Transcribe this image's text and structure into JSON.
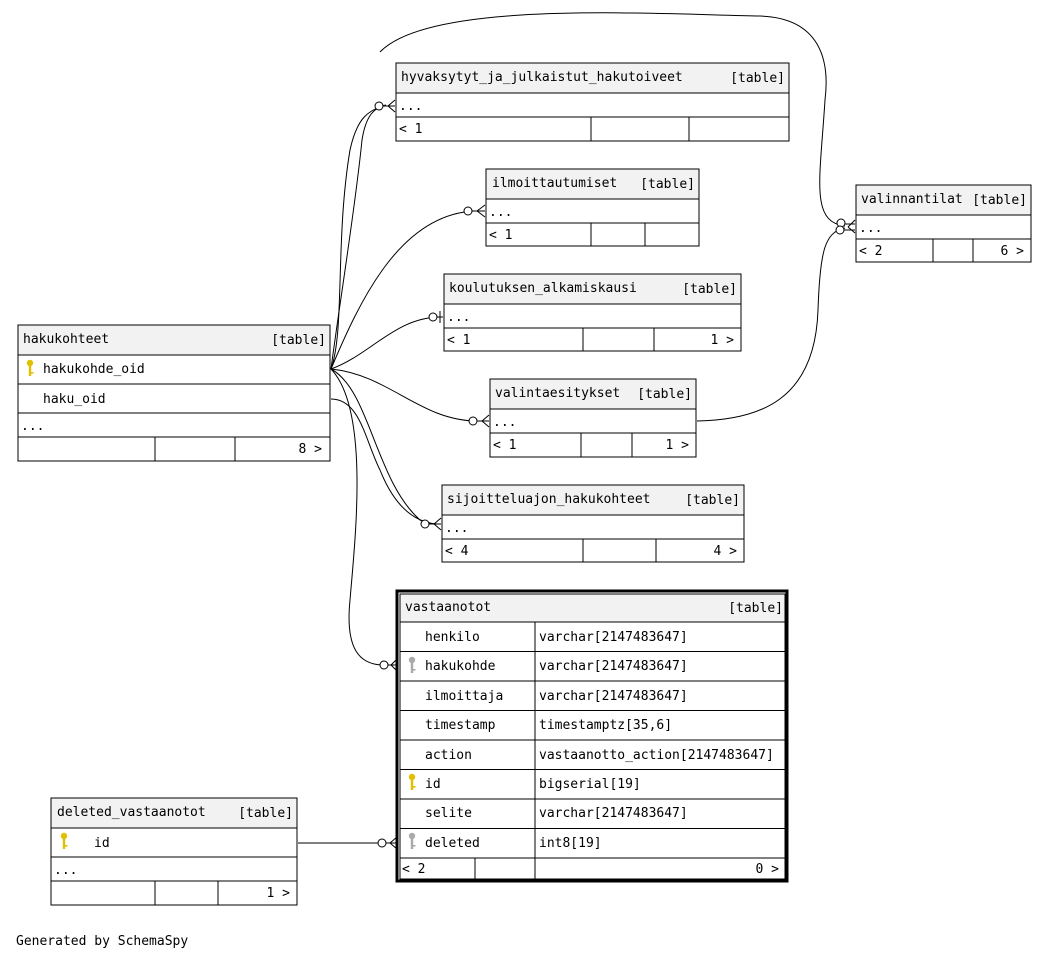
{
  "tables": {
    "hyvaksytyt": {
      "name": "hyvaksytyt_ja_julkaistut_hakutoiveet",
      "kind": "[table]",
      "more": "...",
      "footer_left": "< 1",
      "footer_right": ""
    },
    "ilmoittautumiset": {
      "name": "ilmoittautumiset",
      "kind": "[table]",
      "more": "...",
      "footer_left": "< 1",
      "footer_right": ""
    },
    "valinnantilat": {
      "name": "valinnantilat",
      "kind": "[table]",
      "more": "...",
      "footer_left": "< 2",
      "footer_right": "6 >"
    },
    "koulutuksen": {
      "name": "koulutuksen_alkamiskausi",
      "kind": "[table]",
      "more": "...",
      "footer_left": "< 1",
      "footer_right": "1 >"
    },
    "hakukohteet": {
      "name": "hakukohteet",
      "kind": "[table]",
      "columns": [
        "hakukohde_oid",
        "haku_oid"
      ],
      "more": "...",
      "footer_left": "",
      "footer_right": "8 >"
    },
    "valintaesitykset": {
      "name": "valintaesitykset",
      "kind": "[table]",
      "more": "...",
      "footer_left": "< 1",
      "footer_right": "1 >"
    },
    "sijoitteluajon": {
      "name": "sijoitteluajon_hakukohteet",
      "kind": "[table]",
      "more": "...",
      "footer_left": "< 4",
      "footer_right": "4 >"
    },
    "vastaanotot": {
      "name": "vastaanotot",
      "kind": "[table]",
      "columns": [
        {
          "name": "henkilo",
          "type": "varchar[2147483647]",
          "key": "none"
        },
        {
          "name": "hakukohde",
          "type": "varchar[2147483647]",
          "key": "foreign"
        },
        {
          "name": "ilmoittaja",
          "type": "varchar[2147483647]",
          "key": "none"
        },
        {
          "name": "timestamp",
          "type": "timestamptz[35,6]",
          "key": "none"
        },
        {
          "name": "action",
          "type": "vastaanotto_action[2147483647]",
          "key": "none"
        },
        {
          "name": "id",
          "type": "bigserial[19]",
          "key": "primary"
        },
        {
          "name": "selite",
          "type": "varchar[2147483647]",
          "key": "none"
        },
        {
          "name": "deleted",
          "type": "int8[19]",
          "key": "foreign"
        }
      ],
      "footer_left": "< 2",
      "footer_right": "0 >"
    },
    "deleted_vastaanotot": {
      "name": "deleted_vastaanotot",
      "kind": "[table]",
      "columns": [
        "id"
      ],
      "more": "...",
      "footer_left": "",
      "footer_right": "1 >"
    }
  },
  "footer_note": "Generated by SchemaSpy",
  "colors": {
    "header_fill": "#f2f2f2",
    "primary_key": "#e0c000",
    "foreign_key": "#aaaaaa",
    "line": "#000000"
  },
  "icons": {
    "primary_key": "key-icon",
    "foreign_key": "foreign-key-icon"
  }
}
